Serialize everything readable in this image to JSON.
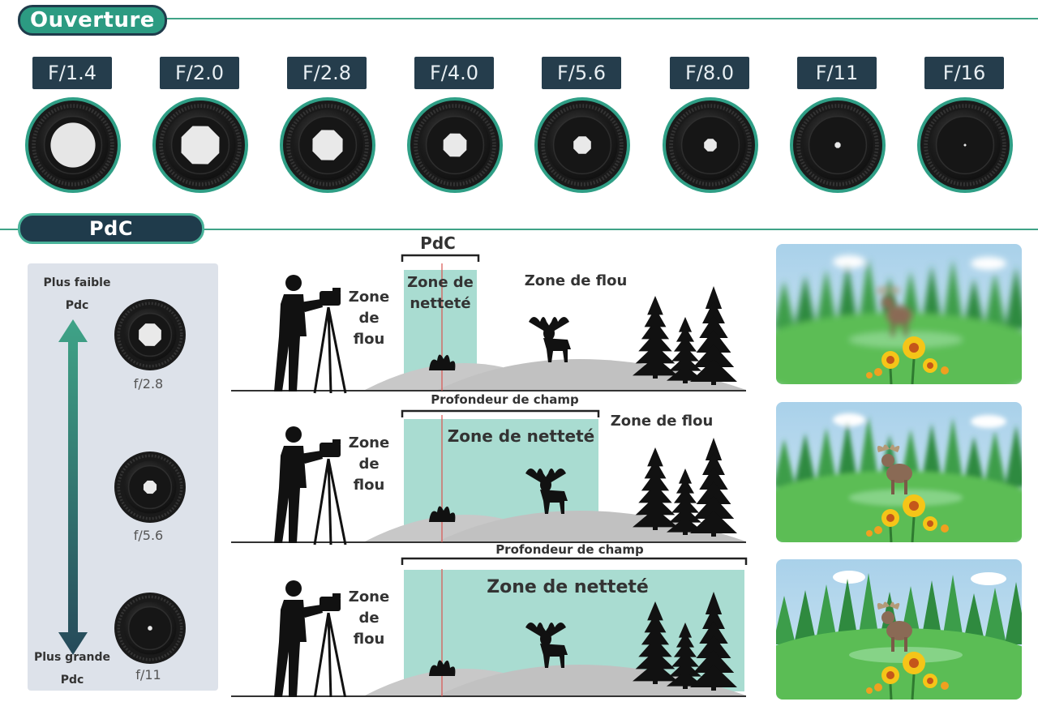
{
  "ouverture": {
    "title": "Ouverture"
  },
  "pdc_section": {
    "title": "PdC"
  },
  "apertures": [
    "F/1.4",
    "F/2.0",
    "F/2.8",
    "F/4.0",
    "F/5.6",
    "F/8.0",
    "F/11",
    "F/16"
  ],
  "apertures_opening": [
    0.85,
    0.78,
    0.62,
    0.48,
    0.36,
    0.26,
    0.12,
    0.05
  ],
  "scale": {
    "top_label_1": "Plus faible",
    "top_label_2": "Pdc",
    "bottom_label_1": "Plus grande",
    "bottom_label_2": "Pdc",
    "lenses": [
      "f/2.8",
      "f/5.6",
      "f/11"
    ]
  },
  "rows": [
    {
      "bracket": "PdC",
      "sharp": "Zone de netteté",
      "sharp_l1": "Zone de",
      "sharp_l2": "netteté",
      "blur_left_1": "Zone",
      "blur_left_2": "de",
      "blur_left_3": "flou",
      "blur_right": "Zone de flou"
    },
    {
      "bracket": "Profondeur de champ",
      "sharp": "Zone de netteté",
      "blur_left_1": "Zone",
      "blur_left_2": "de",
      "blur_left_3": "flou",
      "blur_right": "Zone de flou"
    },
    {
      "bracket": "Profondeur de champ",
      "sharp": "Zone de netteté",
      "blur_left_1": "Zone",
      "blur_left_2": "de",
      "blur_left_3": "flou"
    }
  ],
  "colors": {
    "accent": "#3fa387",
    "dark": "#1f3b4b",
    "sharp_zone": "#a9dcd1"
  }
}
